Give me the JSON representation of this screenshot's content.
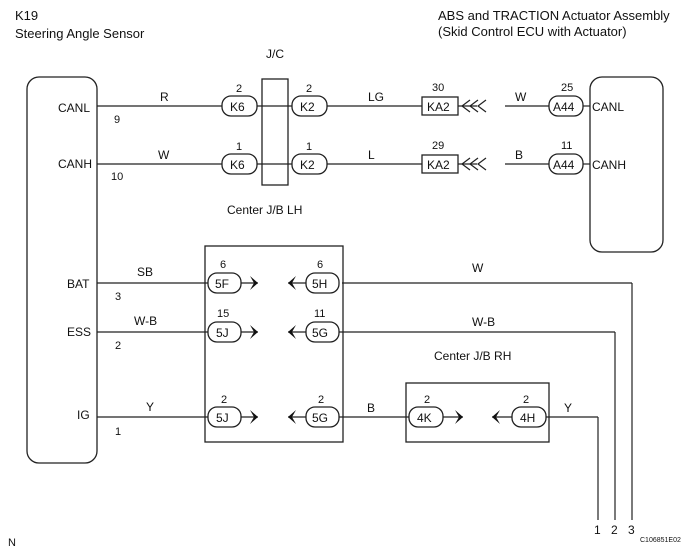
{
  "sensor": {
    "code": "K19",
    "name": "Steering Angle Sensor"
  },
  "actuator": {
    "line1": "ABS and TRACTION Actuator Assembly",
    "line2": "(Skid Control ECU with Actuator)"
  },
  "jc": {
    "label": "J/C",
    "sub_label": "Center J/B LH"
  },
  "jb_rh": {
    "label": "Center J/B RH"
  },
  "sensor_pins": [
    {
      "name": "CANL",
      "num": "9"
    },
    {
      "name": "CANH",
      "num": "10"
    },
    {
      "name": "BAT",
      "num": "3"
    },
    {
      "name": "ESS",
      "num": "2"
    },
    {
      "name": "IG",
      "num": "1"
    }
  ],
  "can_rows": [
    {
      "wire_a": "R",
      "k6_pin": "2",
      "k6": "K6",
      "k2_pin": "2",
      "k2": "K2",
      "wire_b": "LG",
      "ka2_pin": "30",
      "ka2": "KA2",
      "wire_c": "W",
      "a44_pin": "25",
      "a44": "A44",
      "term": "CANL"
    },
    {
      "wire_a": "W",
      "k6_pin": "1",
      "k6": "K6",
      "k2_pin": "1",
      "k2": "K2",
      "wire_b": "L",
      "ka2_pin": "29",
      "ka2": "KA2",
      "wire_c": "B",
      "a44_pin": "11",
      "a44": "A44",
      "term": "CANH"
    }
  ],
  "power_rows": [
    {
      "wire_a": "SB",
      "left_pin": "6",
      "left": "5F",
      "right_pin": "6",
      "right": "5H",
      "wire_b": "W"
    },
    {
      "wire_a": "W-B",
      "left_pin": "15",
      "left": "5J",
      "right_pin": "11",
      "right": "5G",
      "wire_b": "W-B"
    },
    {
      "wire_a": "Y",
      "left_pin": "2",
      "left": "5J",
      "right_pin": "2",
      "right": "5G",
      "wire_b": "B"
    }
  ],
  "ig_extra": {
    "left_pin": "2",
    "left": "4K",
    "right_pin": "2",
    "right": "4H",
    "wire": "Y"
  },
  "terminals": [
    "1",
    "2",
    "3"
  ],
  "corner_code": "C106851E02",
  "corner_letter": "N"
}
